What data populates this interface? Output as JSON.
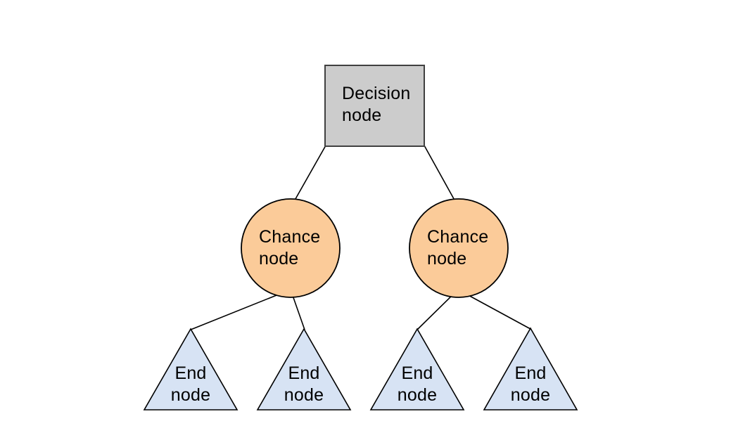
{
  "diagram": {
    "background_color": "#ffffff",
    "edge_color": "#000000",
    "text_color": "#000000",
    "nodes": {
      "decision": {
        "label": "Decision node",
        "shape": "square",
        "fill": "#cccccc",
        "border": "#404040"
      },
      "chance_left": {
        "label": "Chance node",
        "shape": "circle",
        "fill": "#fbcb99",
        "border": "#000000"
      },
      "chance_right": {
        "label": "Chance node",
        "shape": "circle",
        "fill": "#fbcb99",
        "border": "#000000"
      },
      "end_1": {
        "label": "End node",
        "shape": "triangle",
        "fill": "#d7e3f4",
        "border": "#000000"
      },
      "end_2": {
        "label": "End node",
        "shape": "triangle",
        "fill": "#d7e3f4",
        "border": "#000000"
      },
      "end_3": {
        "label": "End node",
        "shape": "triangle",
        "fill": "#d7e3f4",
        "border": "#000000"
      },
      "end_4": {
        "label": "End node",
        "shape": "triangle",
        "fill": "#d7e3f4",
        "border": "#000000"
      }
    },
    "edges": [
      {
        "from": "decision",
        "to": "chance_left"
      },
      {
        "from": "decision",
        "to": "chance_right"
      },
      {
        "from": "chance_left",
        "to": "end_1"
      },
      {
        "from": "chance_left",
        "to": "end_2"
      },
      {
        "from": "chance_right",
        "to": "end_3"
      },
      {
        "from": "chance_right",
        "to": "end_4"
      }
    ]
  }
}
